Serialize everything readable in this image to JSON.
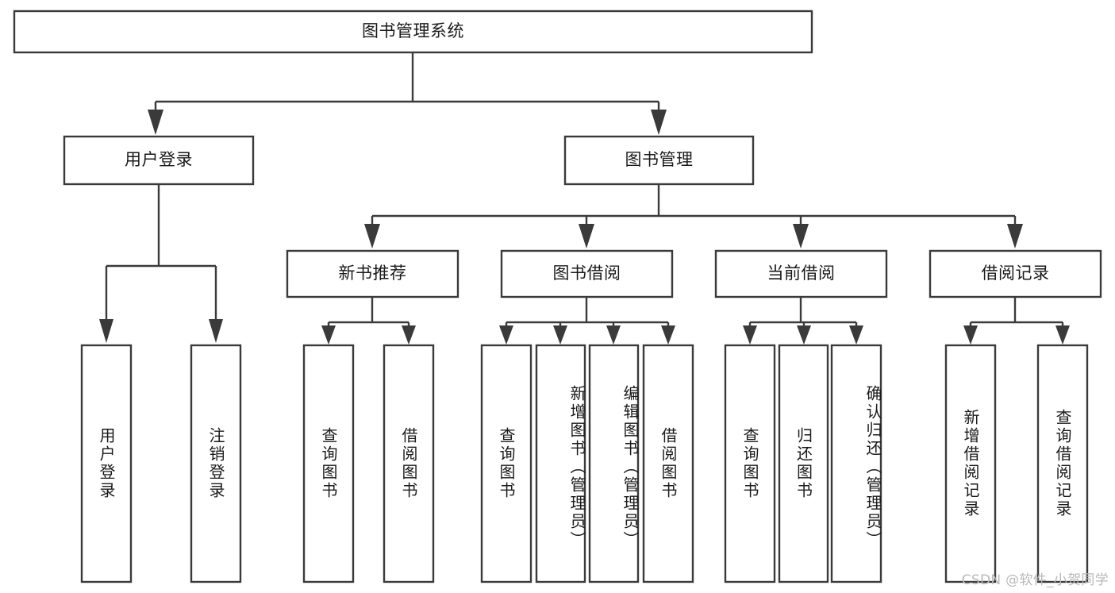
{
  "diagram": {
    "title": "图书管理系统",
    "watermark": "CSDN @软件_小贺同学",
    "colors": {
      "stroke": "#3a3a3a",
      "box_fill": "#ffffff",
      "text": "#1a1a1a",
      "background": "#ffffff",
      "watermark": "#b9b9b9"
    },
    "levels": {
      "level1_label": "图书管理系统",
      "level2": [
        {
          "id": "user-login",
          "label": "用户登录"
        },
        {
          "id": "book-management",
          "label": "图书管理"
        }
      ],
      "level3": [
        {
          "id": "new-book-recommend",
          "label": "新书推荐"
        },
        {
          "id": "book-borrow",
          "label": "图书借阅"
        },
        {
          "id": "current-borrow",
          "label": "当前借阅"
        },
        {
          "id": "borrow-record",
          "label": "借阅记录"
        }
      ],
      "level4": {
        "user_login_children": [
          {
            "id": "leaf-user-login",
            "label": "用户登录"
          },
          {
            "id": "leaf-logout-login",
            "label": "注销登录"
          }
        ],
        "new_book_recommend_children": [
          {
            "id": "leaf-query-book-1",
            "label": "查询图书"
          },
          {
            "id": "leaf-borrow-book-1",
            "label": "借阅图书"
          }
        ],
        "book_borrow_children": [
          {
            "id": "leaf-query-book-2",
            "label": "查询图书"
          },
          {
            "id": "leaf-add-book-admin",
            "label": "新增图书（管理员）"
          },
          {
            "id": "leaf-edit-book-admin",
            "label": "编辑图书（管理员）"
          },
          {
            "id": "leaf-borrow-book-2",
            "label": "借阅图书"
          }
        ],
        "current_borrow_children": [
          {
            "id": "leaf-query-book-3",
            "label": "查询图书"
          },
          {
            "id": "leaf-return-book",
            "label": "归还图书"
          },
          {
            "id": "leaf-confirm-return-admin",
            "label": "确认归还（管理员）"
          }
        ],
        "borrow_record_children": [
          {
            "id": "leaf-add-borrow-record",
            "label": "新增借阅记录"
          },
          {
            "id": "leaf-query-borrow-record",
            "label": "查询借阅记录"
          }
        ]
      }
    }
  }
}
